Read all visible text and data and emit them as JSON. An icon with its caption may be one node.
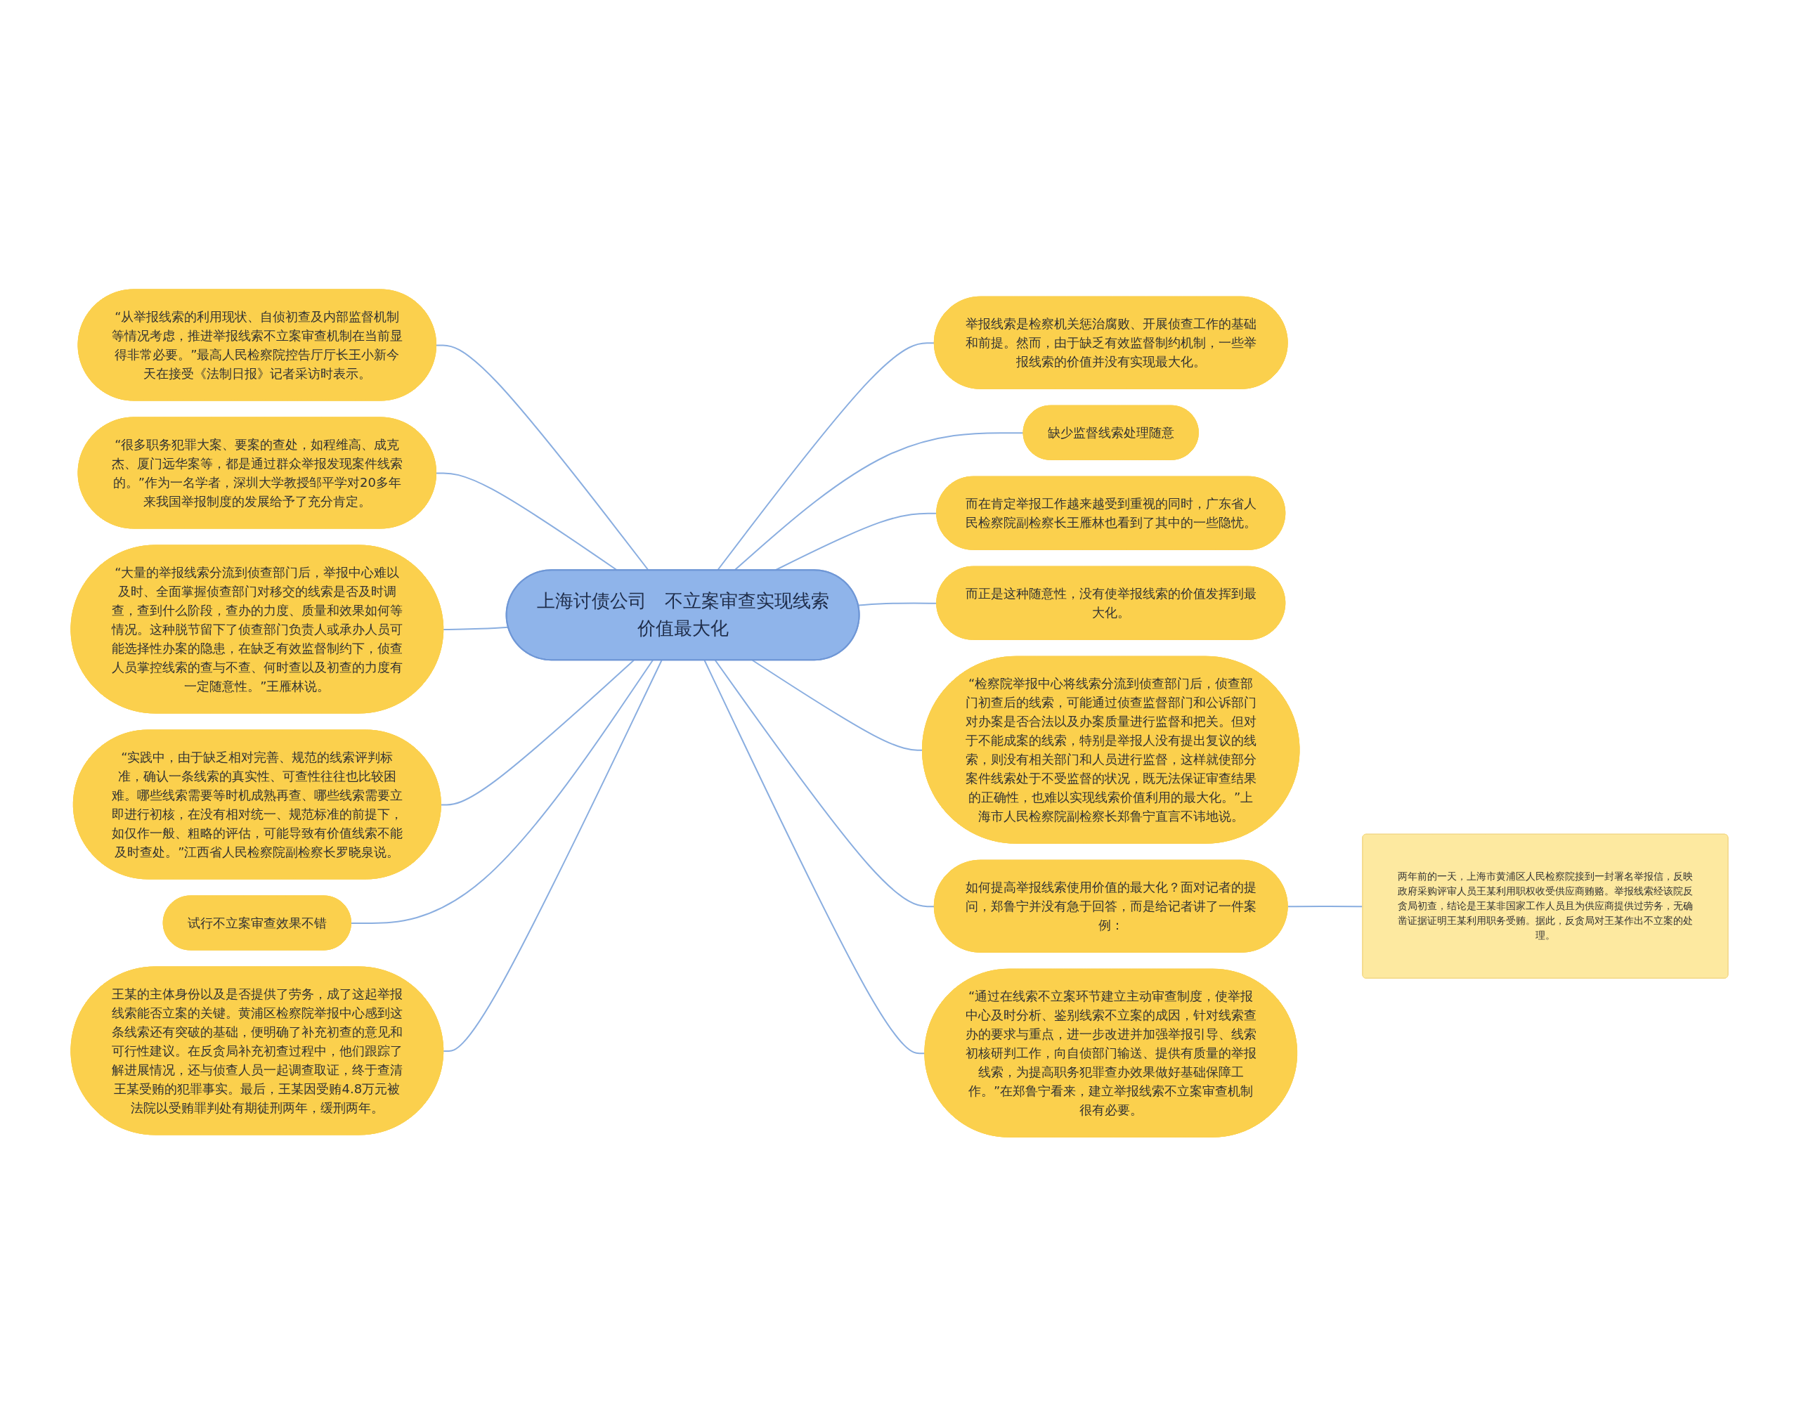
{
  "diagram": {
    "nodes": [
      {
        "text": [
          "上海讨债公司　不立案审查实现线索价值最大化"
        ]
      },
      {
        "text": [
          "“从举报线索的利用现状、自侦初查及内部监督机制等情况考虑，推进举报线索不立案审查机制在当前显得非常必要。”最高人民检察院控告厅厅长王小新今天在接受《法制日报》记者采访时表示。"
        ]
      },
      {
        "text": [
          "“很多职务犯罪大案、要案的查处，如程维高、成克杰、厦门远华案等，都是通过群众举报发现案件线索的。”作为一名学者，深圳大学教授邹平学对20多年来我国举报制度的发展给予了充分肯定。"
        ]
      },
      {
        "text": [
          "“大量的举报线索分流到侦查部门后，举报中心难以及时、全面掌握侦查部门对移交的线索是否及时调查，查到什么阶段，查办的力度、质量和效果如何等情况。这种脱节留下了侦查部门负责人或承办人员可能选择性办案的隐患，在缺乏有效监督制约下，侦查人员掌控线索的查与不查、何时查以及初查的力度有一定随意性。”王雁林说。"
        ]
      },
      {
        "text": [
          "“实践中，由于缺乏相对完善、规范的线索评判标准，确认一条线索的真实性、可查性往往也比较困难。哪些线索需要等时机成熟再查、哪些线索需要立即进行初核，在没有相对统一、规范标准的前提下，如仅作一般、粗略的评估，可能导致有价值线索不能及时查处。”江西省人民检察院副检察长罗晓泉说。"
        ]
      },
      {
        "text": [
          "试行不立案审查效果不错"
        ]
      },
      {
        "text": [
          "王某的主体身份以及是否提供了劳务，成了这起举报线索能否立案的关键。黄浦区检察院举报中心感到这条线索还有突破的基础，便明确了补充初查的意见和可行性建议。在反贪局补充初查过程中，他们跟踪了解进展情况，还与侦查人员一起调查取证，终于查清王某受贿的犯罪事实。最后，王某因受贿4.8万元被法院以受贿罪判处有期徒刑两年，缓刑两年。"
        ]
      },
      {
        "text": [
          "举报线索是检察机关惩治腐败、开展侦查工作的基础和前提。然而，由于缺乏有效监督制约机制，一些举报线索的价值并没有实现最大化。"
        ]
      },
      {
        "text": [
          "缺少监督线索处理随意"
        ]
      },
      {
        "text": [
          "而在肯定举报工作越来越受到重视的同时，广东省人民检察院副检察长王雁林也看到了其中的一些隐忧。"
        ]
      },
      {
        "text": [
          "而正是这种随意性，没有使举报线索的价值发挥到最大化。"
        ]
      },
      {
        "text": [
          "“检察院举报中心将线索分流到侦查部门后，侦查部门初查后的线索，可能通过侦查监督部门和公诉部门对办案是否合法以及办案质量进行监督和把关。但对于不能成案的线索，特别是举报人没有提出复议的线索，则没有相关部门和人员进行监督，这样就使部分案件线索处于不受监督的状况，既无法保证审查结果的正确性，也难以实现线索价值利用的最大化。”上海市人民检察院副检察长郑鲁宁直言不讳地说。"
        ]
      },
      {
        "text": [
          "如何提高举报线索使用价值的最大化？面对记者的提问，郑鲁宁并没有急于回答，而是给记者讲了一件案例："
        ]
      },
      {
        "text": [
          "两年前的一天，上海市黄浦区人民检察院接到一封署名举报信，反映政府采购评审人员王某利用职权收受供应商贿赂。举报线索经该院反贪局初查，结论是王某非国家工作人员且为供应商提供过劳务，无确凿证据证明王某利用职务受贿。据此，反贪局对王某作出不立案的处理。"
        ]
      },
      {
        "text": [
          "“通过在线索不立案环节建立主动审查制度，使举报中心及时分析、鉴别线索不立案的成因，针对线索查办的要求与重点，进一步改进并加强举报引导、线索初核研判工作，向自侦部门输送、提供有质量的举报线索，为提高职务犯罪查办效果做好基础保障工作。”在郑鲁宁看来，建立举报线索不立案审查机制很有必要。"
        ]
      }
    ],
    "edges": [
      {
        "from": 0,
        "to": 1,
        "arrow": "none"
      },
      {
        "from": 0,
        "to": 2,
        "arrow": "none"
      },
      {
        "from": 0,
        "to": 3,
        "arrow": "none"
      },
      {
        "from": 0,
        "to": 4,
        "arrow": "none"
      },
      {
        "from": 0,
        "to": 5,
        "arrow": "none"
      },
      {
        "from": 0,
        "to": 6,
        "arrow": "none"
      },
      {
        "from": 0,
        "to": 7,
        "arrow": "none"
      },
      {
        "from": 0,
        "to": 8,
        "arrow": "none"
      },
      {
        "from": 0,
        "to": 9,
        "arrow": "none"
      },
      {
        "from": 0,
        "to": 10,
        "arrow": "none"
      },
      {
        "from": 0,
        "to": 11,
        "arrow": "none"
      },
      {
        "from": 0,
        "to": 12,
        "arrow": "none"
      },
      {
        "from": 12,
        "to": 13,
        "arrow": "none"
      },
      {
        "from": 0,
        "to": 14,
        "arrow": "none"
      }
    ]
  }
}
